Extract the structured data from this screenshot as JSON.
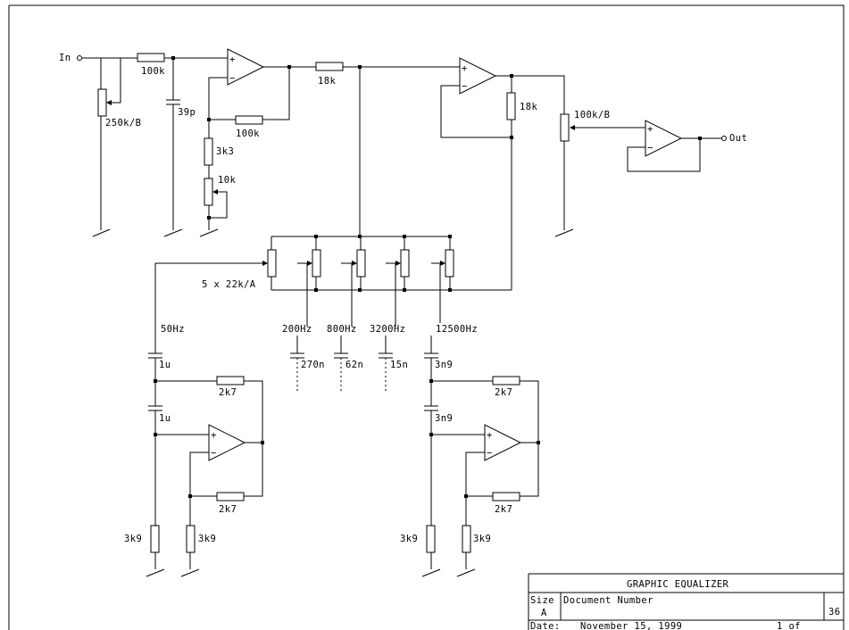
{
  "labels": {
    "in": "In",
    "out": "Out",
    "pot_in": "250k/B",
    "r_in": "100k",
    "c_in": "39p",
    "r_fb1": "100k",
    "r_3k3": "3k3",
    "pot_10k": "10k",
    "r_18k_a": "18k",
    "r_18k_b": "18k",
    "pot_out": "100k/B",
    "pots": "5 x 22k/A",
    "p": "+",
    "m": "−"
  },
  "bands": {
    "b50": "50Hz",
    "b200": "200Hz",
    "b800": "800Hz",
    "b3200": "3200Hz",
    "b12500": "12500Hz"
  },
  "caps": {
    "c270": "270n",
    "c62": "62n",
    "c15": "15n"
  },
  "gyrator_left": {
    "c1": "1u",
    "c2": "1u",
    "r_top": "2k7",
    "r_bot": "2k7",
    "r_ga": "3k9",
    "r_gb": "3k9"
  },
  "gyrator_right": {
    "c1": "3n9",
    "c2": "3n9",
    "r_top": "2k7",
    "r_bot": "2k7",
    "r_ga": "3k9",
    "r_gb": "3k9"
  },
  "title_block": {
    "title": "GRAPHIC EQUALIZER",
    "size_label": "Size",
    "size_value": "A",
    "docnum_label": "Document Number",
    "rev": "36",
    "date_label": "Date:",
    "date_value": "November 15, 1999",
    "sheet": "1 of"
  }
}
